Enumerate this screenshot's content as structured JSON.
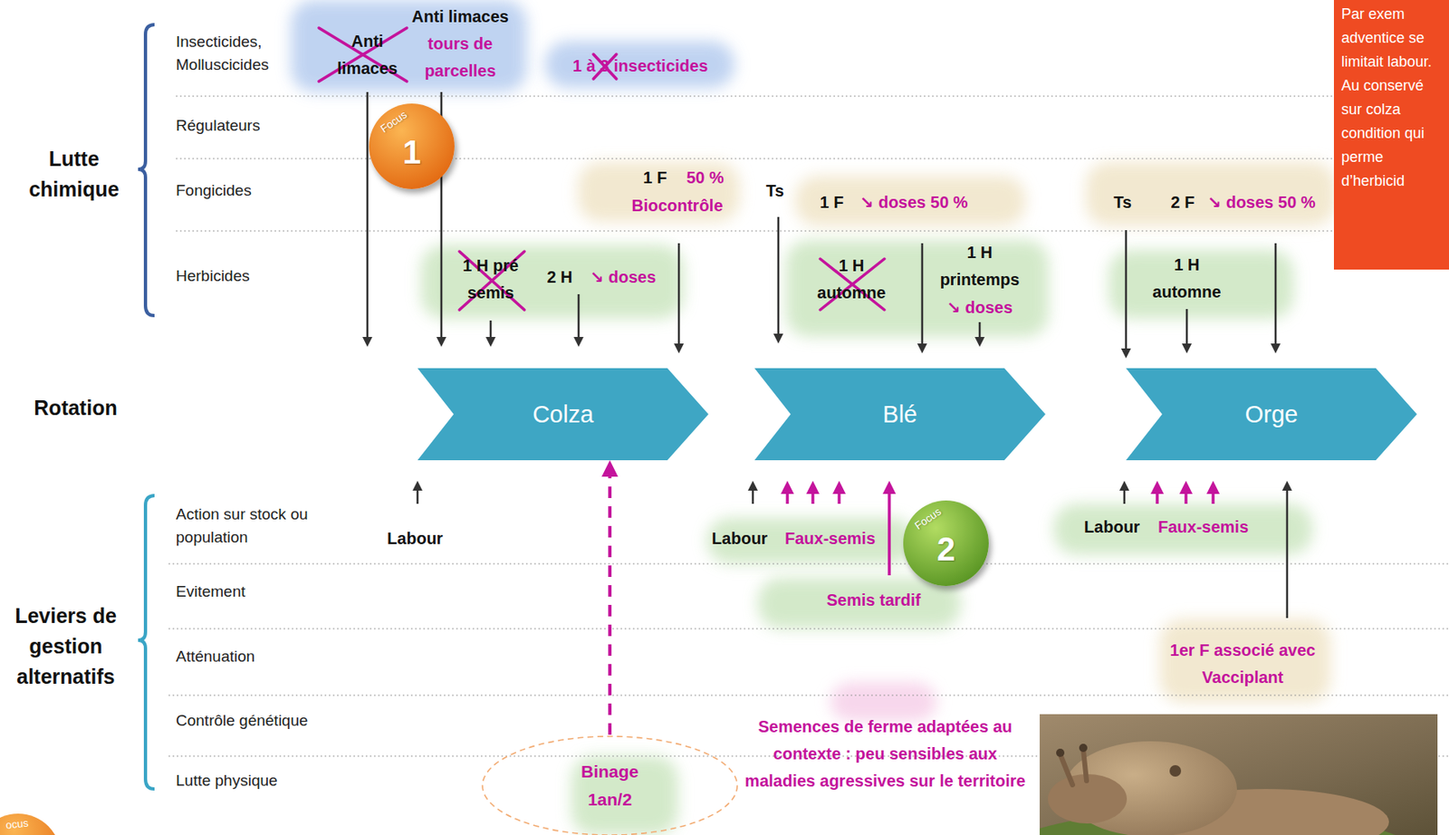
{
  "diagram": {
    "nodes": [
      {
        "text": [
          "Colza"
        ]
      },
      {
        "text": [
          "Blé"
        ]
      },
      {
        "text": [
          "Orge"
        ]
      },
      {
        "text": [
          "Focus",
          "1"
        ]
      },
      {
        "text": [
          "Focus",
          "2"
        ]
      },
      {
        "text": [
          "Binage 1an/2"
        ]
      },
      {
        "text": [
          "Par exem adventice se limitait labour. Au conservé sur colza condition qui perme d’herbicid"
        ]
      },
      {
        "text": [
          "ocus"
        ]
      }
    ],
    "edges": [
      {
        "from": 5,
        "to": 0,
        "arrow": "to"
      }
    ],
    "labels": [
      "Lutte chimique",
      "Insecticides, Molluscicides",
      "Régulateurs",
      "Fongicides",
      "Herbicides",
      "Rotation",
      "Leviers de gestion alternatifs",
      "Action sur stock ou population",
      "Evitement",
      "Atténuation",
      "Contrôle génétique",
      "Lutte physique",
      "Anti limaces",
      "Anti limaces",
      "tours de parcelles",
      "1 à 3 insecticides",
      "1 H pré semis",
      "2 H",
      "↘ doses",
      "1 F",
      "50 %",
      "Biocontrôle",
      "Ts",
      "1 F",
      "↘ doses 50 %",
      "1 H automne",
      "1 H printemps",
      "↘ doses",
      "Ts",
      "2 F",
      "↘ doses 50 %",
      "1 H automne",
      "Labour",
      "Labour",
      "Faux-semis",
      "Semis tardif",
      "Labour",
      "Faux-semis",
      "1er F associé avec Vacciplant",
      "Semences de ferme adaptées au contexte : peu sensibles aux maladies agressives sur le territoire"
    ]
  }
}
